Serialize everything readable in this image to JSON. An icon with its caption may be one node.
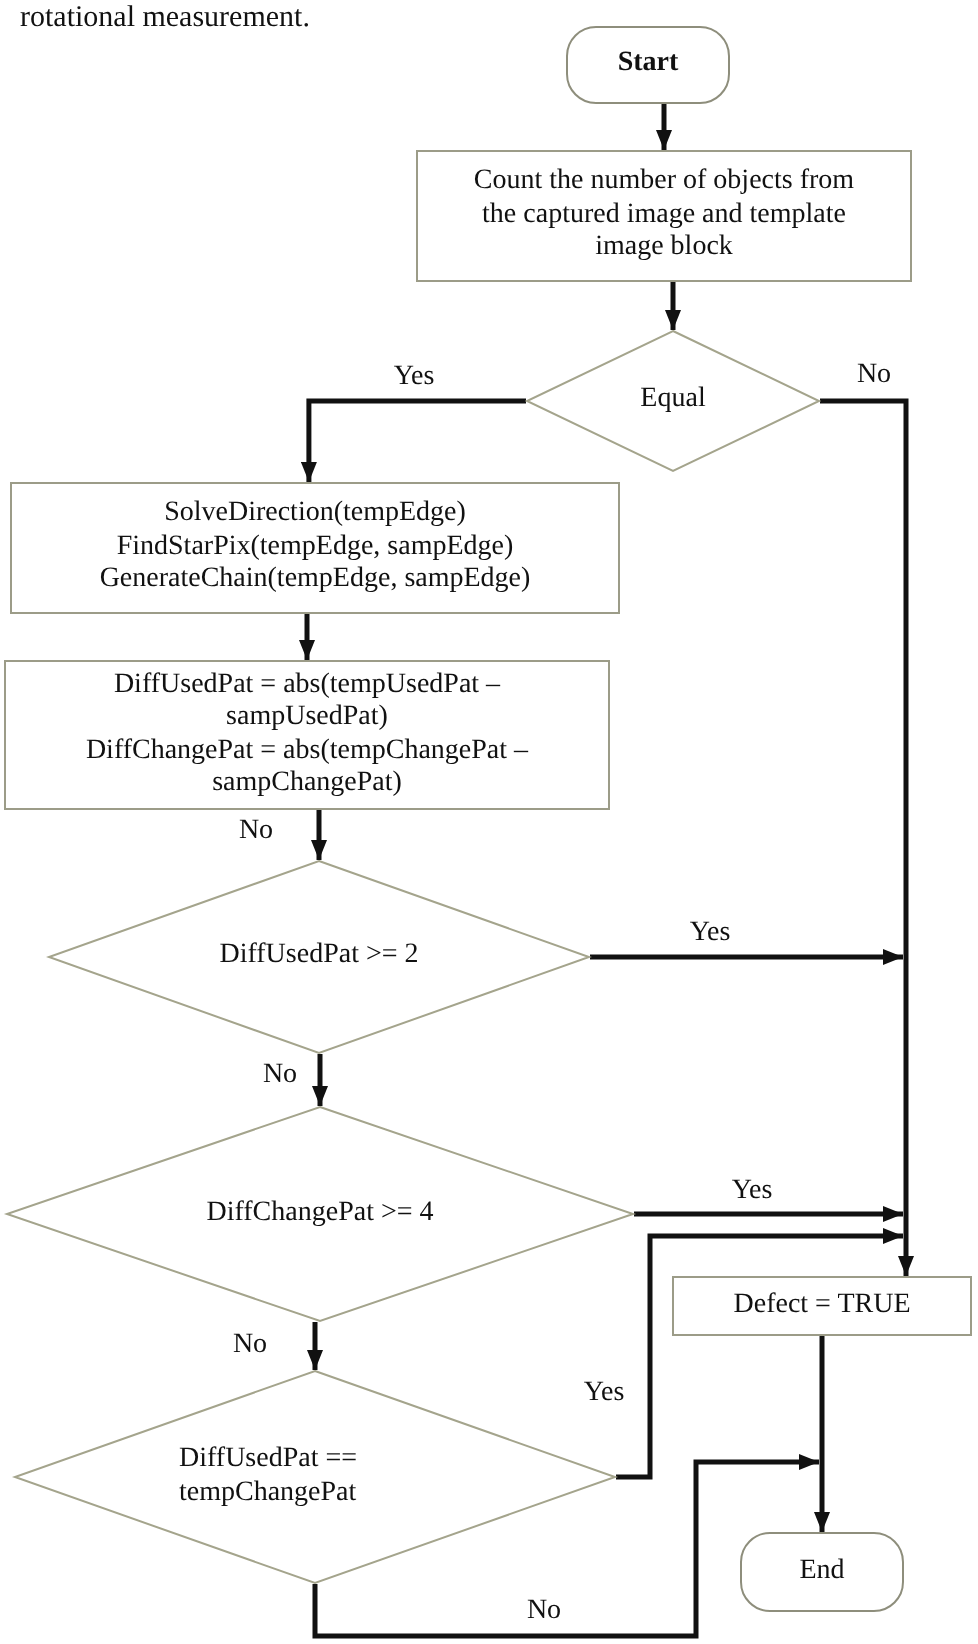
{
  "diagram": {
    "nodes": [
      {
        "text": [
          "Start"
        ]
      },
      {
        "text": [
          "Count the number of objects from the captured image and template image block"
        ]
      },
      {
        "text": [
          "Equal"
        ]
      },
      {
        "text": [
          "SolveDirection(tempEdge)",
          "FindStarPix(tempEdge, sampEdge)",
          "GenerateChain(tempEdge, sampEdge)"
        ]
      },
      {
        "text": [
          "DiffUsedPat = abs(tempUsedPat – sampUsedPat)",
          "DiffChangePat = abs(tempChangePat – sampChangePat)"
        ]
      },
      {
        "text": [
          "DiffUsedPat >= 2"
        ]
      },
      {
        "text": [
          "DiffChangePat >= 4"
        ]
      },
      {
        "text": [
          "DiffUsedPat == tempChangePat"
        ]
      },
      {
        "text": [
          "Defect = TRUE"
        ]
      },
      {
        "text": [
          "End"
        ]
      }
    ],
    "edges": [
      {
        "from": 0,
        "to": 1,
        "arrow": "to"
      },
      {
        "from": 1,
        "to": 2,
        "arrow": "to"
      },
      {
        "from": 2,
        "to": 3,
        "arrow": "to",
        "label": "Yes"
      },
      {
        "from": 2,
        "to": 8,
        "arrow": "to",
        "label": "No"
      },
      {
        "from": 3,
        "to": 4,
        "arrow": "to"
      },
      {
        "from": 4,
        "to": 5,
        "arrow": "to",
        "label": "No"
      },
      {
        "from": 5,
        "to": 8,
        "arrow": "to",
        "label": "Yes"
      },
      {
        "from": 5,
        "to": 6,
        "arrow": "to",
        "label": "No"
      },
      {
        "from": 6,
        "to": 8,
        "arrow": "to",
        "label": "Yes"
      },
      {
        "from": 6,
        "to": 7,
        "arrow": "to",
        "label": "No"
      },
      {
        "from": 7,
        "to": 8,
        "arrow": "to",
        "label": "Yes"
      },
      {
        "from": 7,
        "to": 9,
        "arrow": "to",
        "label": "No"
      },
      {
        "from": 8,
        "to": 9,
        "arrow": "to"
      }
    ],
    "labels": [
      "rotational measurement."
    ]
  }
}
